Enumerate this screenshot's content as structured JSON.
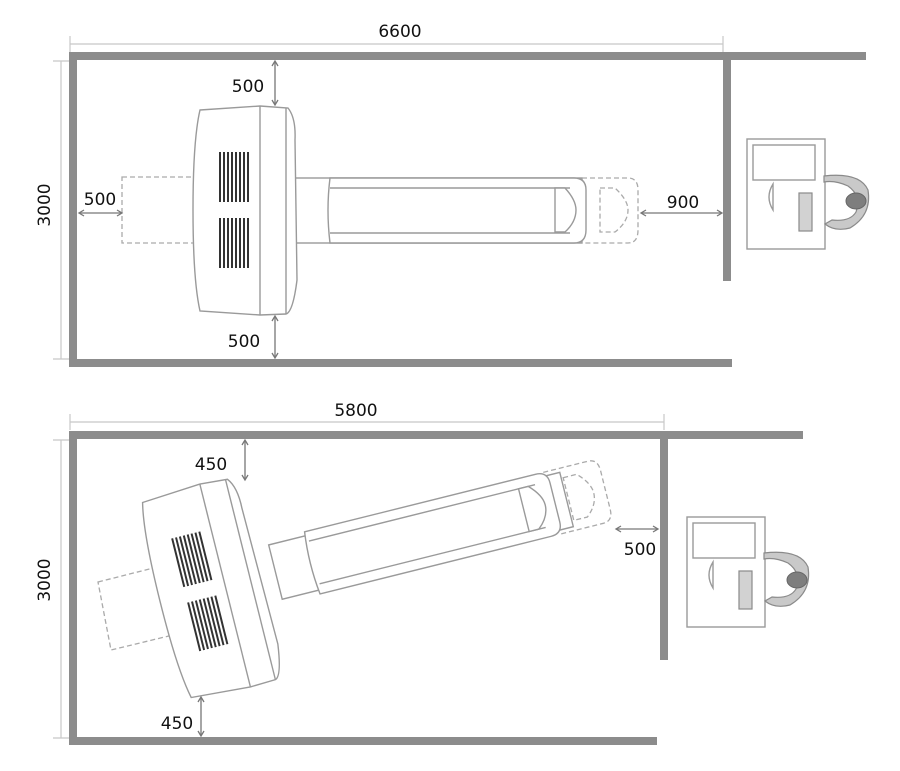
{
  "layouts": [
    {
      "id": "straight",
      "room_length": "6600",
      "room_width": "3000",
      "clearance_top": "500",
      "clearance_bottom": "500",
      "clearance_rear": "500",
      "clearance_table_end": "900"
    },
    {
      "id": "angled",
      "room_length": "5800",
      "room_width": "3000",
      "clearance_top": "450",
      "clearance_bottom": "450",
      "clearance_table_end": "500"
    }
  ],
  "colors": {
    "wall": "#8c8c8c",
    "outline": "#9a9a9a",
    "dim_line": "#c8c8c8",
    "text": "#111111"
  }
}
